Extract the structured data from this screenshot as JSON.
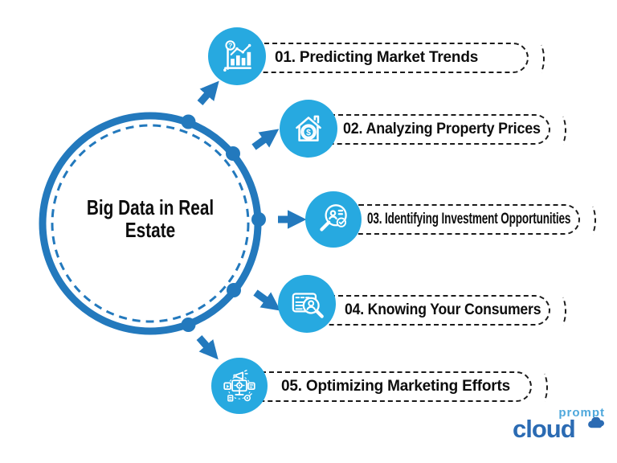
{
  "center": {
    "title": "Big Data in Real Estate"
  },
  "items": [
    {
      "number": "01",
      "label": "01. Predicting Market Trends",
      "icon": "market-trends-chart-icon"
    },
    {
      "number": "02",
      "label": "02. Analyzing Property Prices",
      "icon": "house-dollar-icon"
    },
    {
      "number": "03",
      "label": "03. Identifying Investment Opportunities",
      "icon": "magnifier-profile-check-icon"
    },
    {
      "number": "04",
      "label": "04. Knowing Your Consumers",
      "icon": "document-person-magnifier-icon"
    },
    {
      "number": "05",
      "label": "05. Optimizing Marketing Efforts",
      "icon": "digital-marketing-icon"
    }
  ],
  "logo": {
    "top": "prompt",
    "bottom": "cloud"
  },
  "colors": {
    "ring_blue": "#2379BD",
    "icon_circle_blue": "#27A9E0",
    "pill_border": "#1a1a1a",
    "text": "#0d0d0d",
    "logo_light_blue": "#4FA8DC",
    "logo_dark_blue": "#2B6BB3",
    "background": "#ffffff"
  }
}
